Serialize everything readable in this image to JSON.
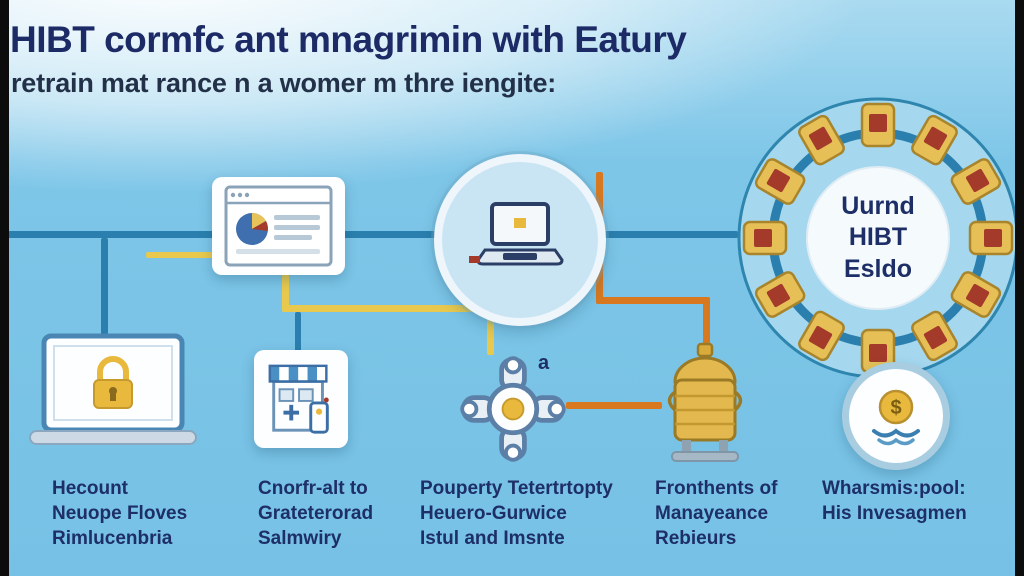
{
  "header": {
    "title": "HIBT cormfc ant mnagrimin with Eatury",
    "subtitle": "retrain mat rance n a womer m thre iengite:"
  },
  "hub": {
    "lines": [
      "Uurnd",
      "HIBT",
      "Esldo"
    ]
  },
  "gear_annotation": "a",
  "dollar_glyph": "$",
  "captions": {
    "secure_laptop": {
      "lines": [
        "Hecount",
        "Neuope Floves",
        "Rimlucenbria"
      ]
    },
    "storefront": {
      "lines": [
        "Cnorfr-alt to",
        "Grateterorad",
        "Salmwiry"
      ]
    },
    "process_hub": {
      "lines": [
        "Pouperty Tetertrtopty",
        "Heuero-Gurwice",
        "Istul and Imsnte"
      ]
    },
    "boiler": {
      "lines": [
        "Fronthents of",
        "Manayeance",
        "Rebieurs"
      ]
    },
    "finance": {
      "lines": [
        "Wharsmis:pool:",
        "His Invesagmen"
      ]
    }
  },
  "colors": {
    "background": "#79c2e6",
    "title_navy": "#1c2a66",
    "caption_navy": "#1d2f66",
    "connector_teal": "#2a7fae",
    "connector_orange": "#d9791f",
    "connector_yellow": "#e9c94d",
    "accent_gold": "#e9b93d",
    "accent_red": "#a33a2a"
  }
}
